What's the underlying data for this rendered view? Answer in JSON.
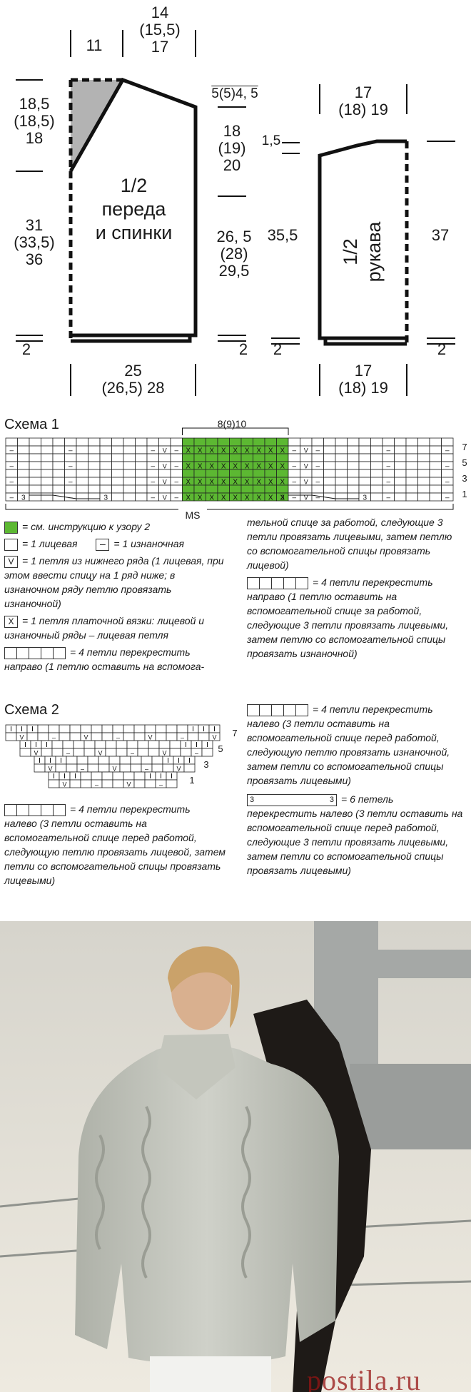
{
  "schematic": {
    "body_title": [
      "1/2",
      "переда",
      "и спинки"
    ],
    "sleeve_title": [
      "1/2",
      "рукава"
    ],
    "body_dims": {
      "top_shoulder": [
        "14",
        "(15,5)",
        "17"
      ],
      "top_neck": "11",
      "neck_depth": [
        "18,5",
        "(18,5)",
        "18"
      ],
      "body_height": [
        "31",
        "(33,5)",
        "36"
      ],
      "bottom_width": [
        "25",
        "(26,5)   28"
      ],
      "hem_left": "2",
      "hem_right": "2",
      "shoulder_slope": "5(5)4, 5",
      "armhole": [
        "18",
        "(19)",
        "20"
      ],
      "side": [
        "26, 5",
        "(28)",
        "29,5"
      ]
    },
    "sleeve_dims": {
      "top_width": [
        "17",
        "(18)  19"
      ],
      "cap": "1,5",
      "left_length": "35,5",
      "right_length": "37",
      "hem_left": "2",
      "hem_right": "2",
      "bottom_width": [
        "17",
        "(18)  19"
      ]
    }
  },
  "scheme1": {
    "title": "Схема 1",
    "repeat_label": "8(9)10",
    "ms_label": "MS",
    "row_numbers": [
      "7",
      "5",
      "3",
      "1"
    ],
    "cable_number": "3",
    "colors": {
      "green": "#5cb832",
      "grid": "#222222"
    }
  },
  "legend1": {
    "items": [
      "= см. инструкцию к узору 2",
      "= 1 лицевая",
      "= 1 изнаночная",
      "= 1 петля из нижнего ряда (1 лицевая, при этом ввести спицу на 1 ряд ниже; в изнаночном ряду петлю провязать изнаночной)",
      "= 1 петля платочной вязки: лицевой и изнаночный ряды – лицевая петля",
      "= 4 петли перекрестить направо (1 петлю оставить на вспомога-"
    ],
    "right_items": [
      "тельной спице за работой, следующие 3 петли провязать лицевыми, затем петлю со вспомогательной спицы провязать лицевой)",
      "= 4 петли перекрестить направо (1 петлю оставить на вспомогательной спице за работой, следующие 3 петли провязать лицевыми, затем петлю со вспомогательной спицы провязать изнаночной)"
    ]
  },
  "scheme2": {
    "title": "Схема 2",
    "row_numbers": [
      "7",
      "5",
      "3",
      "1"
    ]
  },
  "legend2": {
    "left": "= 4 петли перекрестить налево (3 петли оставить на вспомогательной спице перед работой, следующую петлю провязать лицевой, затем петли со вспомогательной спицы провязать лицевыми)",
    "right": [
      "= 4 петли перекрестить налево (3 петли оставить на вспомогательной спице перед работой, следующую петлю провязать изнаночной, затем петли со вспомогательной спицы провязать лицевыми)",
      "= 6 петель перекрестить налево (3 петли оставить на вспомогательной спице перед работой, следующие 3 петли провязать лицевыми, затем петли со вспомогательной спицы провязать лицевыми)"
    ],
    "cable_number": "3"
  },
  "photo": {
    "watermark": "postila.ru"
  }
}
